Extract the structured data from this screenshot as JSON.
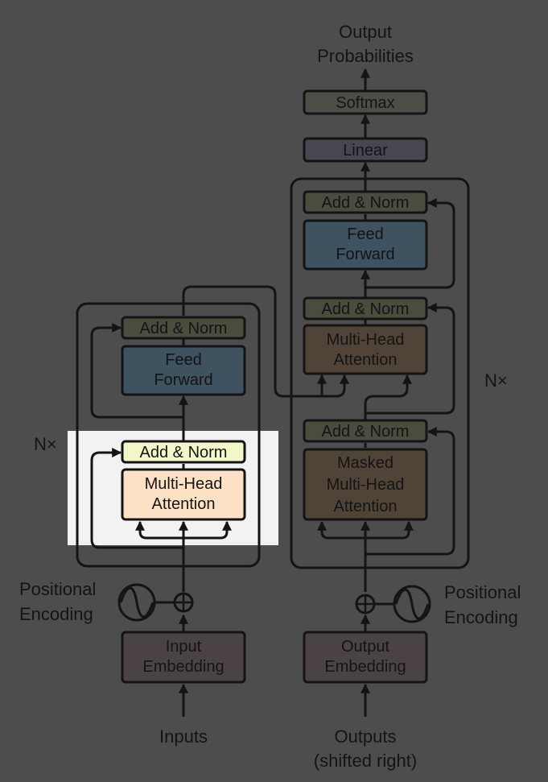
{
  "colors": {
    "background": "#4d4d4d",
    "highlight": "#f2f2f2",
    "encoder_frame": "#4d4d4d",
    "add_norm_dim": "#4a4c3e",
    "add_norm_active": "#f3f6c8",
    "feed_forward": "#3f5260",
    "attention_dim": "#4f4437",
    "attention_active": "#fde1c4",
    "embedding": "#4b4244",
    "linear": "#464751",
    "softmax": "#4a4e44",
    "stroke": "#141414"
  },
  "encoder": {
    "repeat_label": "N×",
    "add_norm_top": "Add & Norm",
    "feed_forward": [
      "Feed",
      "Forward"
    ],
    "add_norm_bottom": "Add & Norm",
    "attention": [
      "Multi-Head",
      "Attention"
    ],
    "positional_encoding": [
      "Positional",
      "Encoding"
    ],
    "embedding": [
      "Input",
      "Embedding"
    ],
    "input_label": "Inputs"
  },
  "decoder": {
    "repeat_label": "N×",
    "add_norm_top": "Add & Norm",
    "feed_forward": [
      "Feed",
      "Forward"
    ],
    "add_norm_mid": "Add & Norm",
    "cross_attention": [
      "Multi-Head",
      "Attention"
    ],
    "add_norm_bottom": "Add & Norm",
    "masked_attention": [
      "Masked",
      "Multi-Head",
      "Attention"
    ],
    "positional_encoding": [
      "Positional",
      "Encoding"
    ],
    "embedding": [
      "Output",
      "Embedding"
    ],
    "input_label": [
      "Outputs",
      "(shifted right)"
    ]
  },
  "head": {
    "linear": "Linear",
    "softmax": "Softmax",
    "output_label": [
      "Output",
      "Probabilities"
    ]
  }
}
